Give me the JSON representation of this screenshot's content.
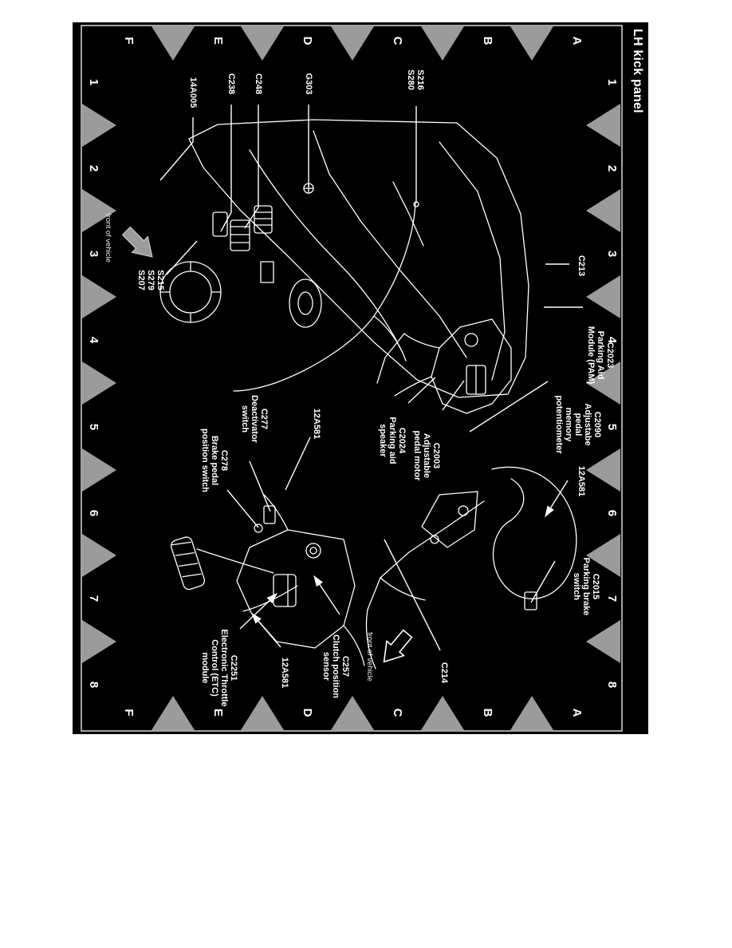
{
  "title": "LH kick panel",
  "grid": {
    "column_labels": [
      "1",
      "2",
      "3",
      "4",
      "5",
      "6",
      "7",
      "8"
    ],
    "row_labels": [
      "A",
      "B",
      "C",
      "D",
      "E",
      "F"
    ]
  },
  "annotations": {
    "front_of_vehicle": "front of vehicle"
  },
  "callouts": [
    {
      "id": "s216-s280",
      "lines": [
        "S216",
        "S280"
      ]
    },
    {
      "id": "g303",
      "lines": [
        "G303"
      ]
    },
    {
      "id": "c248",
      "lines": [
        "C248"
      ]
    },
    {
      "id": "c238",
      "lines": [
        "C238"
      ]
    },
    {
      "id": "14a005",
      "lines": [
        "14A005"
      ]
    },
    {
      "id": "c213",
      "lines": [
        "C213"
      ]
    },
    {
      "id": "s215-s279-s207",
      "lines": [
        "S215",
        "S279",
        "S207"
      ]
    },
    {
      "id": "c2023",
      "lines": [
        "C2023",
        "Parking Aid",
        "Module (PAM)"
      ]
    },
    {
      "id": "c2090",
      "lines": [
        "C2090",
        "Adjustabe",
        "pedal",
        "memory",
        "potentiometer"
      ]
    },
    {
      "id": "c2003",
      "lines": [
        "C2003",
        "Adjustable",
        "pedal motor"
      ]
    },
    {
      "id": "c2024",
      "lines": [
        "C2024",
        "Parking aid",
        "speaker"
      ]
    },
    {
      "id": "c277",
      "lines": [
        "C277",
        "Deactivator",
        "switch"
      ]
    },
    {
      "id": "12a581-pedal",
      "lines": [
        "12A581"
      ]
    },
    {
      "id": "c278",
      "lines": [
        "C278",
        "Brake pedal",
        "position switch"
      ]
    },
    {
      "id": "12a581-brake",
      "lines": [
        "12A581"
      ]
    },
    {
      "id": "c2015",
      "lines": [
        "C2015",
        "Parking brake",
        "switch"
      ]
    },
    {
      "id": "c2251",
      "lines": [
        "C2251",
        "Electronic Throttle",
        "Control (ETC)",
        "module"
      ]
    },
    {
      "id": "12a581-clutch",
      "lines": [
        "12A581"
      ]
    },
    {
      "id": "c257",
      "lines": [
        "C257",
        "Clutch position",
        "sensor"
      ]
    },
    {
      "id": "c214",
      "lines": [
        "C214"
      ]
    }
  ]
}
